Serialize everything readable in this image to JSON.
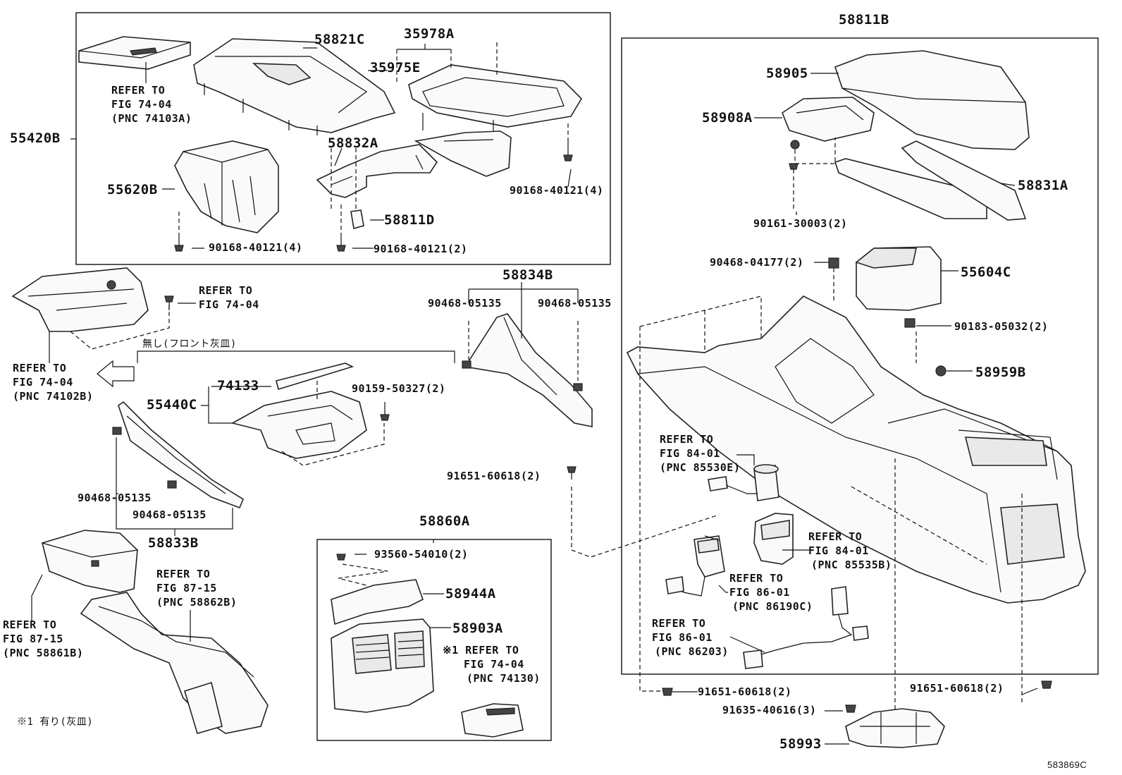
{
  "diagram": {
    "part_labels": {
      "p58811B": "58811B",
      "p58821C": "58821C",
      "p35978A": "35978A",
      "p35975E": "35975E",
      "p55420B": "55420B",
      "p58832A": "58832A",
      "p55620B": "55620B",
      "p90168_4_top": "90168-40121(4)",
      "p58811D": "58811D",
      "p90168_4_bot": "90168-40121(4)",
      "p90168_2": "90168-40121(2)",
      "p58905": "58905",
      "p58908A": "58908A",
      "p58831A": "58831A",
      "p90161": "90161-30003(2)",
      "p90468_04177": "90468-04177(2)",
      "p55604C": "55604C",
      "p90183": "90183-05032(2)",
      "p58959B": "58959B",
      "p58834B": "58834B",
      "p90468_a": "90468-05135",
      "p90468_b": "90468-05135",
      "p74133": "74133",
      "p90159": "90159-50327(2)",
      "p55440C": "55440C",
      "p91651_mid": "91651-60618(2)",
      "p90468_c": "90468-05135",
      "p90468_d": "90468-05135",
      "p58833B": "58833B",
      "p58860A": "58860A",
      "p93560": "93560-54010(2)",
      "p58944A": "58944A",
      "p58903A": "58903A",
      "p91651_left": "91651-60618(2)",
      "p91651_right": "91651-60618(2)",
      "p91635": "91635-40616(3)",
      "p58993": "58993"
    },
    "refer_notes": {
      "r1": [
        "REFER TO",
        "FIG 74-04",
        "(PNC 74103A)"
      ],
      "r2": [
        "REFER TO",
        "FIG 74-04"
      ],
      "r3": [
        "REFER TO",
        "FIG 74-04",
        "(PNC 74102B)"
      ],
      "r4": [
        "REFER TO",
        "FIG 87-15",
        "(PNC 58862B)"
      ],
      "r5": [
        "REFER TO",
        "FIG 87-15",
        "(PNC 58861B)"
      ],
      "r6": [
        "※1 REFER TO",
        "FIG 74-04",
        "(PNC 74130)"
      ],
      "r7": [
        "REFER TO",
        "FIG 84-01",
        "(PNC 85530E)"
      ],
      "r8": [
        "REFER TO",
        "FIG 84-01",
        "(PNC 85535B)"
      ],
      "r9": [
        "REFER TO",
        "FIG 86-01",
        "(PNC 86190C)"
      ],
      "r10": [
        "REFER TO",
        "FIG 86-01",
        "(PNC 86203)"
      ]
    },
    "jp_notes": {
      "front_ashtray": "無し(フロント灰皿)",
      "footnote": "※1 有り(灰皿)"
    },
    "figure_code": "583869C"
  }
}
